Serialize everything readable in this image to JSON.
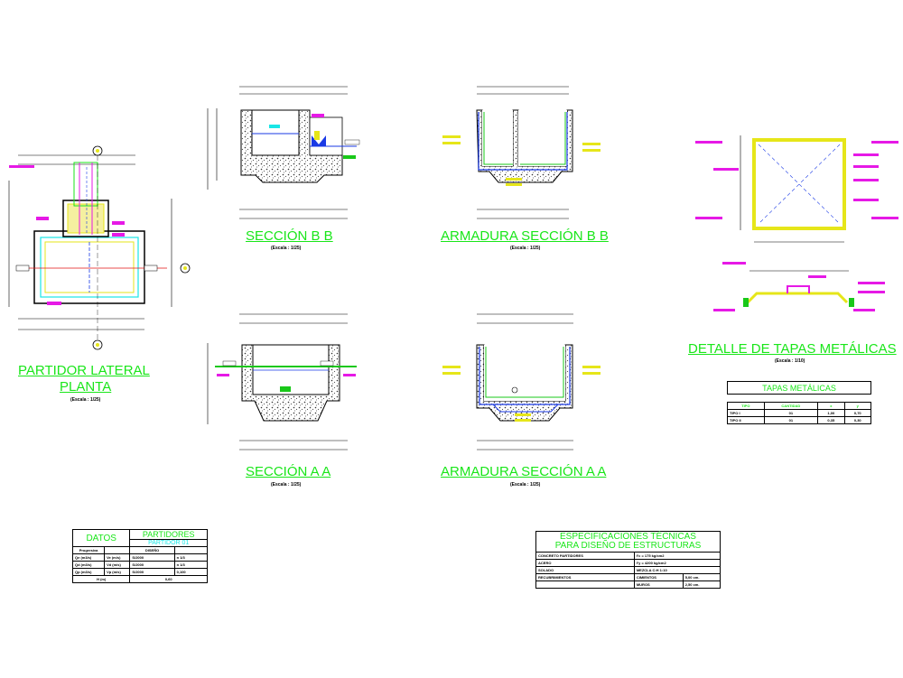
{
  "titles": {
    "seccion_bb": "SECCIÓN B B",
    "armadura_bb": "ARMADURA SECCIÓN B B",
    "partidor_line1": "PARTIDOR LATERAL",
    "partidor_line2": "PLANTA",
    "seccion_aa": "SECCIÓN A A",
    "armadura_aa": "ARMADURA SECCIÓN A A",
    "detalle_tapas": "DETALLE DE TAPAS METÁLICAS"
  },
  "scales": {
    "seccion_bb": "(Escala : 1/25)",
    "armadura_bb": "(Escala : 1/25)",
    "partidor": "(Escala : 1/25)",
    "seccion_aa": "(Escala : 1/25)",
    "armadura_aa": "(Escala : 1/25)",
    "detalle_tapas": "(Escala : 1/10)"
  },
  "tapas_table": {
    "title": "TAPAS METÁLICAS",
    "headers": [
      "TIPO",
      "CANTIDAD",
      "x",
      "y"
    ],
    "rows": [
      [
        "TIPO I",
        "01",
        "1,00",
        "0,70"
      ],
      [
        "TIPO II",
        "01",
        "0,35",
        "0,30"
      ]
    ]
  },
  "datos_table": {
    "col1": "DATOS",
    "col2": "PARTIDORES",
    "sub": "PARTIDOR 01",
    "sub_headers": [
      "Progresiva",
      "",
      "DISEÑO",
      ""
    ],
    "rows": [
      [
        "Qe (m3/s)",
        "Ve (m/s)",
        "S/2000",
        "n 1/3"
      ],
      [
        "Qd (m3/s)",
        "Vd (m/s)",
        "S/2000",
        "n 1/3"
      ],
      [
        "Qp (m3/s)",
        "Vp (m/s)",
        "S/2000",
        "0,100"
      ]
    ],
    "last_row": [
      "H (m)",
      "0,60"
    ]
  },
  "specs_table": {
    "title1": "ESPECIFICACIONES TÉCNICAS",
    "title2": "PARA DISEÑO DE ESTRUCTURAS",
    "rows": [
      [
        "CONCRETO PARTIDORES",
        "f'c = 175 kg/cm2",
        ""
      ],
      [
        "ACERO",
        "f'y = 4200 kg/cm2",
        ""
      ],
      [
        "SOLADO",
        "MEZCLA C:H 1:10",
        ""
      ],
      [
        "RECUBRIMIENTOS",
        "CIMIENTOS",
        "5,00 cm."
      ],
      [
        "",
        "MUROS",
        "2,50 cm."
      ]
    ]
  },
  "colors": {
    "title_green": "#19e619",
    "dimension_line": "#000000",
    "wall_concrete": "#000000",
    "water_blue": "#1a3ae6",
    "rebar_green": "#19c819",
    "label_magenta": "#e619e6",
    "yellow": "#e6e619",
    "cyan": "#19e6e6",
    "red": "#e01010"
  }
}
